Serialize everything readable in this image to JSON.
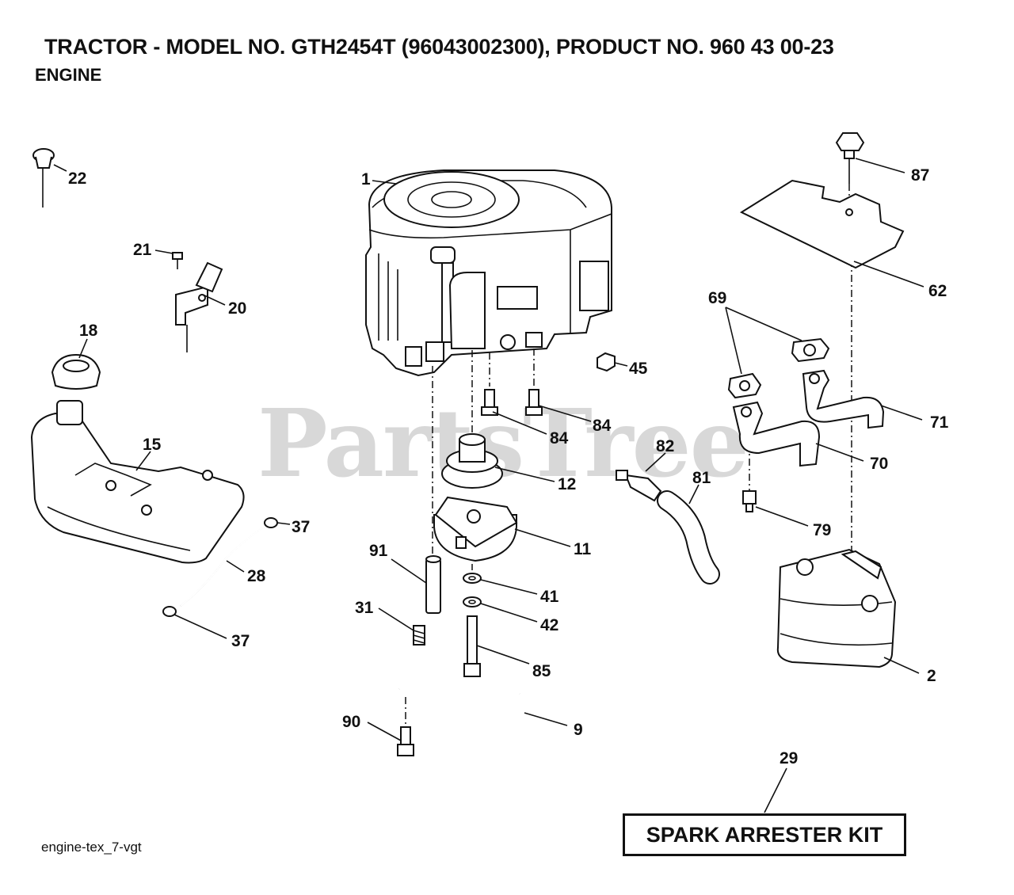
{
  "header": {
    "title": "TRACTOR - MODEL NO. GTH2454T (96043002300), PRODUCT NO. 960 43 00-23",
    "subtitle": "ENGINE"
  },
  "watermark": "PartsTree",
  "footer": {
    "drawing_id": "engine-tex_7-vgt"
  },
  "kit_box": {
    "label": "SPARK ARRESTER KIT"
  },
  "callouts": [
    "1",
    "22",
    "21",
    "20",
    "18",
    "15",
    "37",
    "28",
    "37",
    "45",
    "84",
    "84",
    "12",
    "82",
    "81",
    "11",
    "91",
    "41",
    "31",
    "42",
    "85",
    "90",
    "9",
    "87",
    "62",
    "69",
    "71",
    "70",
    "79",
    "2",
    "29"
  ]
}
